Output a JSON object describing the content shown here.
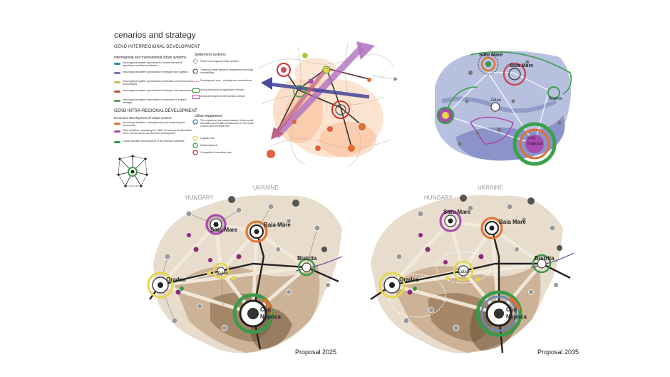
{
  "header": {
    "title": "cenarios and strategy",
    "legend_interregional": "GEND INTERREGIONAL DEVELOPMENT",
    "interregional_subtitle": "interregional and transnational urban systems",
    "legend_intraregional": "GEND INTRA-REGIONAL DEVELOPMENT",
    "economic_subtitle": "Economic development of urban centers"
  },
  "legend_systems": [
    {
      "label": "intra-regional system specialized in health research& specialized medical assistance",
      "color": "#2c8fb0"
    },
    {
      "label": "intra-regional system specialized in transport and logistics",
      "color": "#8a6fb5"
    },
    {
      "label": "intra-regional system specialized in education electronics and technologies",
      "color": "#c8b84a"
    },
    {
      "label": "inter-regional system specialized in transport and manufactory",
      "color": "#c0503a"
    },
    {
      "label": "inter-regional system specialized in promotion of cultural heritage",
      "color": "#5aa05a"
    }
  ],
  "legend_economic": [
    {
      "label": "Secondary activities - strengthening and expanding the productivity",
      "color": "#e07030"
    },
    {
      "label": "Third activities- sustaining the SME, development stimulation of the service sector and touristic development",
      "color": "#a84ab0"
    },
    {
      "label": "Fourth activities development of the research activities",
      "color": "#3a9a4a"
    }
  ],
  "legend_settlement": {
    "title": "Settlement systems",
    "items": [
      {
        "label": "Future sub-regional urban system"
      },
      {
        "label": "Territorial urban systems characterized by high accessibility"
      },
      {
        "label": "Development axis - creating new connections"
      },
      {
        "label": "Areas developed in agriculture domain"
      },
      {
        "label": "Areas developed in the touristic domain"
      }
    ]
  },
  "legend_equipment": {
    "title": "Urban equipment",
    "items": [
      {
        "label": "The expansion and modernization of the social education and health infrastructure in the urban centers with territorial role",
        "color": "#2a7fb0"
      },
      {
        "label": "Logistic pole",
        "color": "#e6d84a"
      },
      {
        "label": "Multimodal hub",
        "color": "#3aa04a"
      },
      {
        "label": "Competitive innovation pole",
        "color": "#d03030"
      }
    ]
  },
  "maps": {
    "country_ukraine": "UKRAINE",
    "country_hungary": "HUNGARY",
    "left": {
      "caption": "Proposal 2025",
      "cities": {
        "satu_mare": "Satu Mare",
        "baia_mare": "Baia Mare",
        "oradea": "Oradea",
        "zalau": "Zalau",
        "bistrita": "Bistrita",
        "cluj": "Cluj",
        "napoca": "Napoca"
      }
    },
    "right": {
      "caption": "Proposal 2035",
      "cities": {
        "satu_mare": "Satu Mare",
        "baia_mare": "Baia Mare",
        "oradea": "Oradea",
        "zalau": "Zalau",
        "bistrita": "Bistrita",
        "cluj": "Cluj",
        "napoca": "Napoca"
      }
    }
  },
  "top_right_map": {
    "cities": {
      "satu_mare": "Satu Mare",
      "baia_mare": "Baia Mare",
      "zalau": "Zalau",
      "bistrita": "Bistrita",
      "cluj": "Cluj",
      "napoca": "Napoca"
    }
  },
  "colors": {
    "terrain_dark": "#8a6a4a",
    "terrain_mid": "#c4a888",
    "terrain_light": "#e8dccc",
    "road": "#333333",
    "accent_purple": "#a84ab0",
    "accent_orange": "#e07030",
    "accent_green": "#3a9a4a",
    "arrow_blue": "#4a4a9a",
    "arrow_violet": "#b070c0"
  }
}
